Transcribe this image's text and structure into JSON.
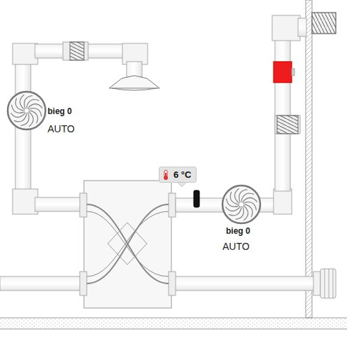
{
  "diagram": {
    "nodes": [
      {
        "text": [
          "6 °C"
        ]
      }
    ],
    "labels": [
      "bieg 0",
      "AUTO",
      "bieg 0",
      "AUTO"
    ]
  }
}
